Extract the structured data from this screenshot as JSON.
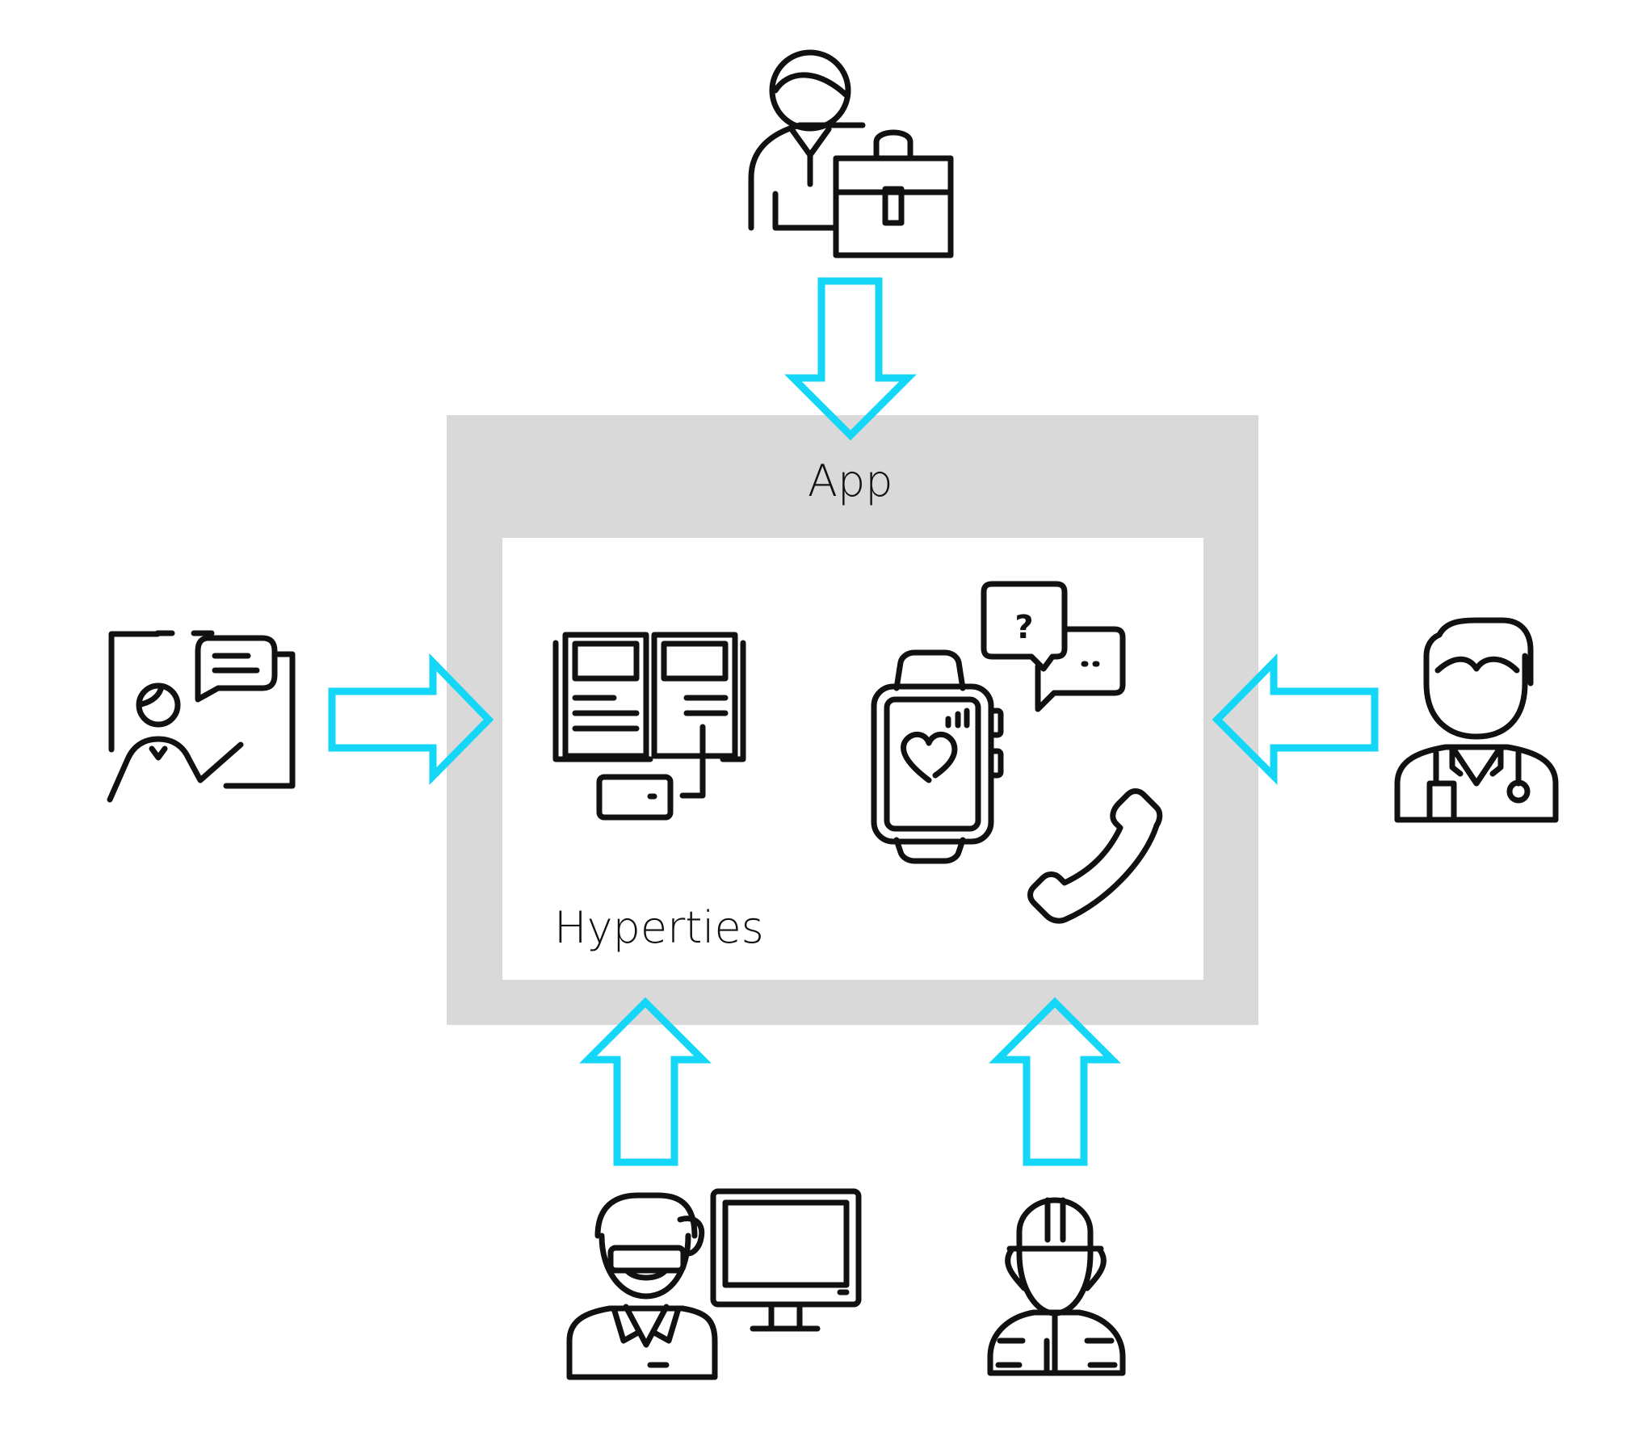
{
  "diagram": {
    "app_label": "App",
    "hyperties_label": "Hyperties",
    "colors": {
      "app_frame": "#d9d9d9",
      "inner_panel": "#ffffff",
      "arrow": "#14d6f6",
      "icon_stroke": "#111111"
    },
    "actors": [
      {
        "icon": "businessman-briefcase-icon",
        "position": "top"
      },
      {
        "icon": "patient-consultation-icon",
        "position": "left"
      },
      {
        "icon": "doctor-stethoscope-icon",
        "position": "right"
      },
      {
        "icon": "lab-technician-computer-icon",
        "position": "bottom-left"
      },
      {
        "icon": "firefighter-icon",
        "position": "bottom-right"
      }
    ],
    "hyperty_icons": [
      "ebook-tablet-icon",
      "smartwatch-heart-icon",
      "chat-bubbles-icon",
      "phone-call-icon"
    ]
  }
}
